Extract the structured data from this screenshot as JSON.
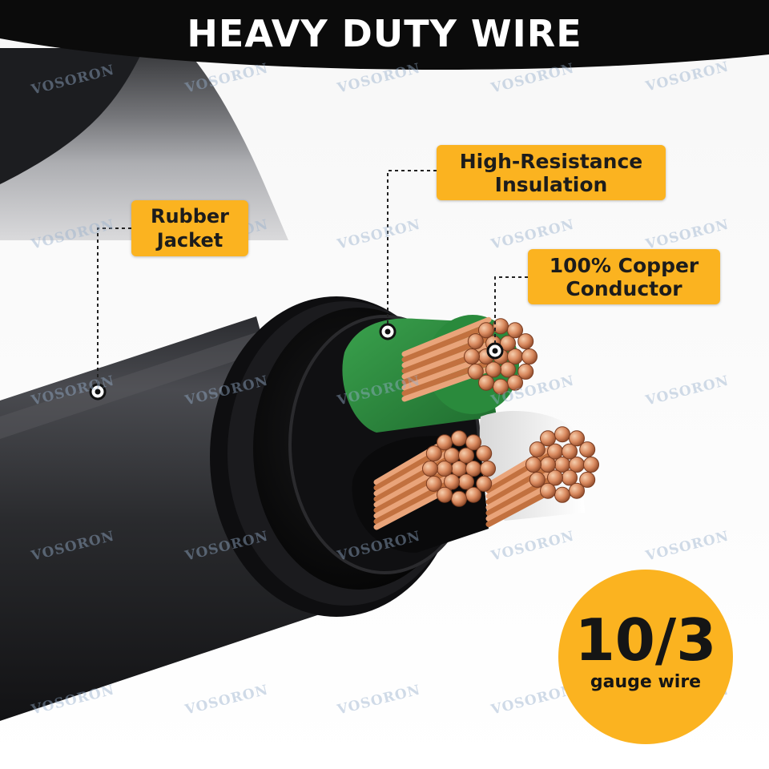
{
  "banner": {
    "title": "HEAVY DUTY WIRE"
  },
  "callouts": {
    "rubber_jacket": {
      "line1": "Rubber",
      "line2": "Jacket"
    },
    "insulation": {
      "line1": "High-Resistance",
      "line2": "Insulation"
    },
    "conductor": {
      "line1": "100% Copper",
      "line2": "Conductor"
    }
  },
  "gauge_badge": {
    "number": "10/3",
    "caption": "gauge wire"
  },
  "watermark": {
    "text": "VOSORON"
  },
  "colors": {
    "accent_orange": "#fbb320",
    "banner_black": "#0b0b0b",
    "jacket_black": "#1e1f21",
    "insulation_green": "#2e8b3e",
    "copper": "#d9895e"
  }
}
